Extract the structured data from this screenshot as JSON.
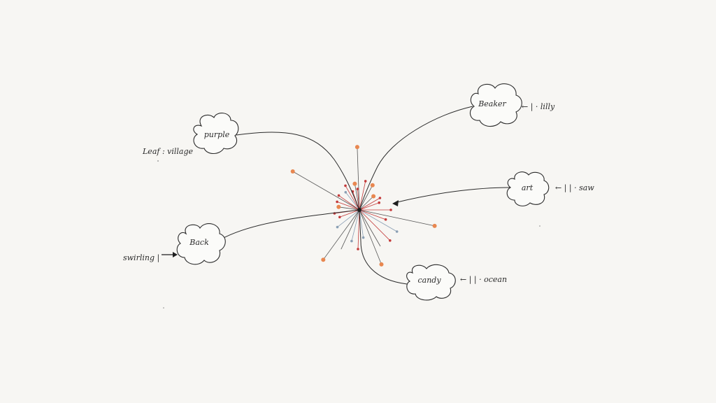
{
  "diagram": {
    "nodes": [
      {
        "id": "purple",
        "label": "purple",
        "annotation": "Leaf : village"
      },
      {
        "id": "beaker",
        "label": "Beaker",
        "annotation": "← | · lilly"
      },
      {
        "id": "art",
        "label": "art",
        "annotation": "← | | · saw"
      },
      {
        "id": "back",
        "label": "Back",
        "annotation": "swirling |"
      },
      {
        "id": "candy",
        "label": "candy",
        "annotation": "← | | · ocean"
      }
    ],
    "hub": {
      "label": ""
    }
  },
  "colors": {
    "background": "#f7f6f3",
    "ink": "#2b2b2b",
    "accent_red": "#c43a3a",
    "accent_orange": "#e88750",
    "muted_blue": "#8a9fb4"
  }
}
